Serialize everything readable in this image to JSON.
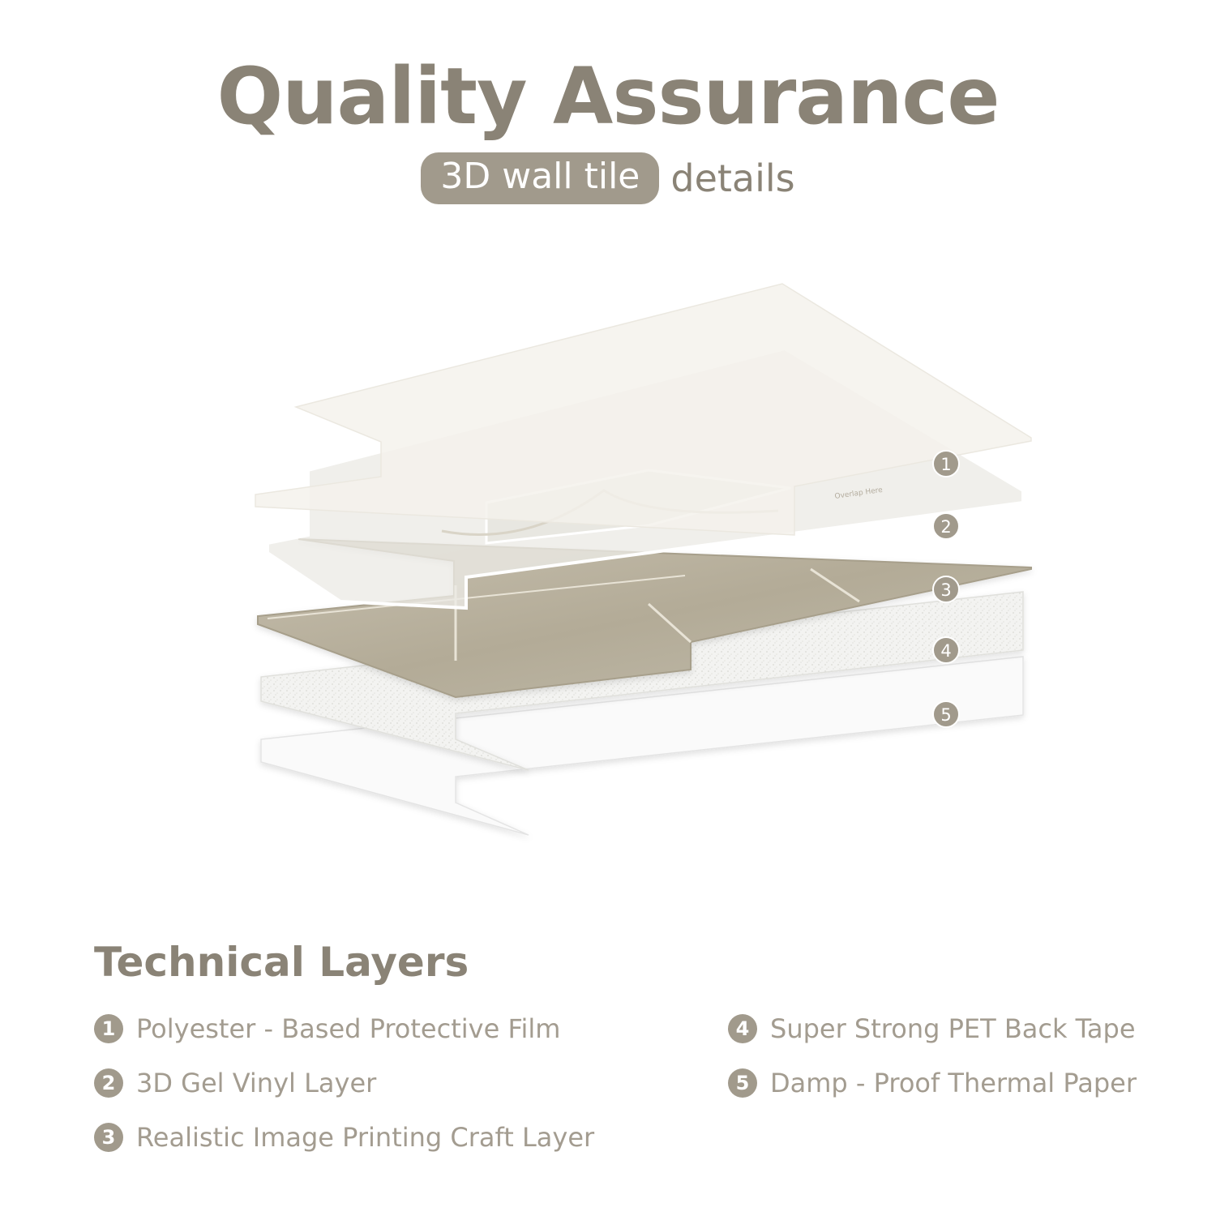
{
  "header": {
    "title": "Quality Assurance",
    "pill": "3D wall tile",
    "subtitle": "details"
  },
  "illustration": {
    "markers": [
      "1",
      "2",
      "3",
      "4",
      "5"
    ],
    "film_text": "Overlap Here",
    "colors": {
      "film": "#f4f2ec",
      "gel": "#ecebe6",
      "print": "#b9b19d",
      "tape": "#f3f3f1",
      "paper": "#fafafa",
      "marker": "#a19a8c"
    }
  },
  "layers_section": {
    "heading": "Technical Layers",
    "items": [
      {
        "number": "1",
        "label": "Polyester - Based Protective Film"
      },
      {
        "number": "2",
        "label": "3D Gel Vinyl Layer"
      },
      {
        "number": "3",
        "label": "Realistic Image Printing Craft Layer"
      },
      {
        "number": "4",
        "label": "Super Strong PET Back Tape"
      },
      {
        "number": "5",
        "label": "Damp - Proof Thermal Paper"
      }
    ]
  }
}
